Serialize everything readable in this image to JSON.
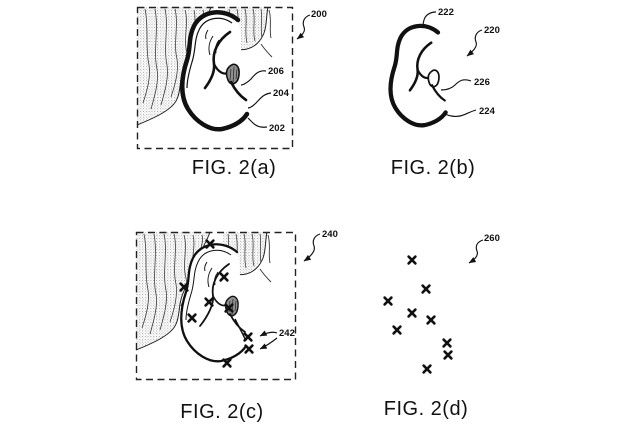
{
  "figures": {
    "fig_a": {
      "caption": "FIG. 2(a)",
      "refs": {
        "frame": "200",
        "tragus": "206",
        "notch": "204",
        "helix": "202"
      }
    },
    "fig_b": {
      "caption": "FIG. 2(b)",
      "refs": {
        "ear": "220",
        "helix_top": "222",
        "tragus": "226",
        "lobe": "224"
      }
    },
    "fig_c": {
      "caption": "FIG. 2(c)",
      "refs": {
        "frame": "240",
        "feature_points": "242"
      },
      "feature_mark_count": 9
    },
    "fig_d": {
      "caption": "FIG. 2(d)",
      "refs": {
        "point_set": "260"
      },
      "feature_mark_count": 9
    }
  },
  "icons": {
    "feature_marker": "x-cross-icon"
  },
  "colors": {
    "ink": "#111111",
    "hair_stipple": "#9c9c9c",
    "tragus_fill": "#8f8f8f",
    "background": "#ffffff"
  }
}
